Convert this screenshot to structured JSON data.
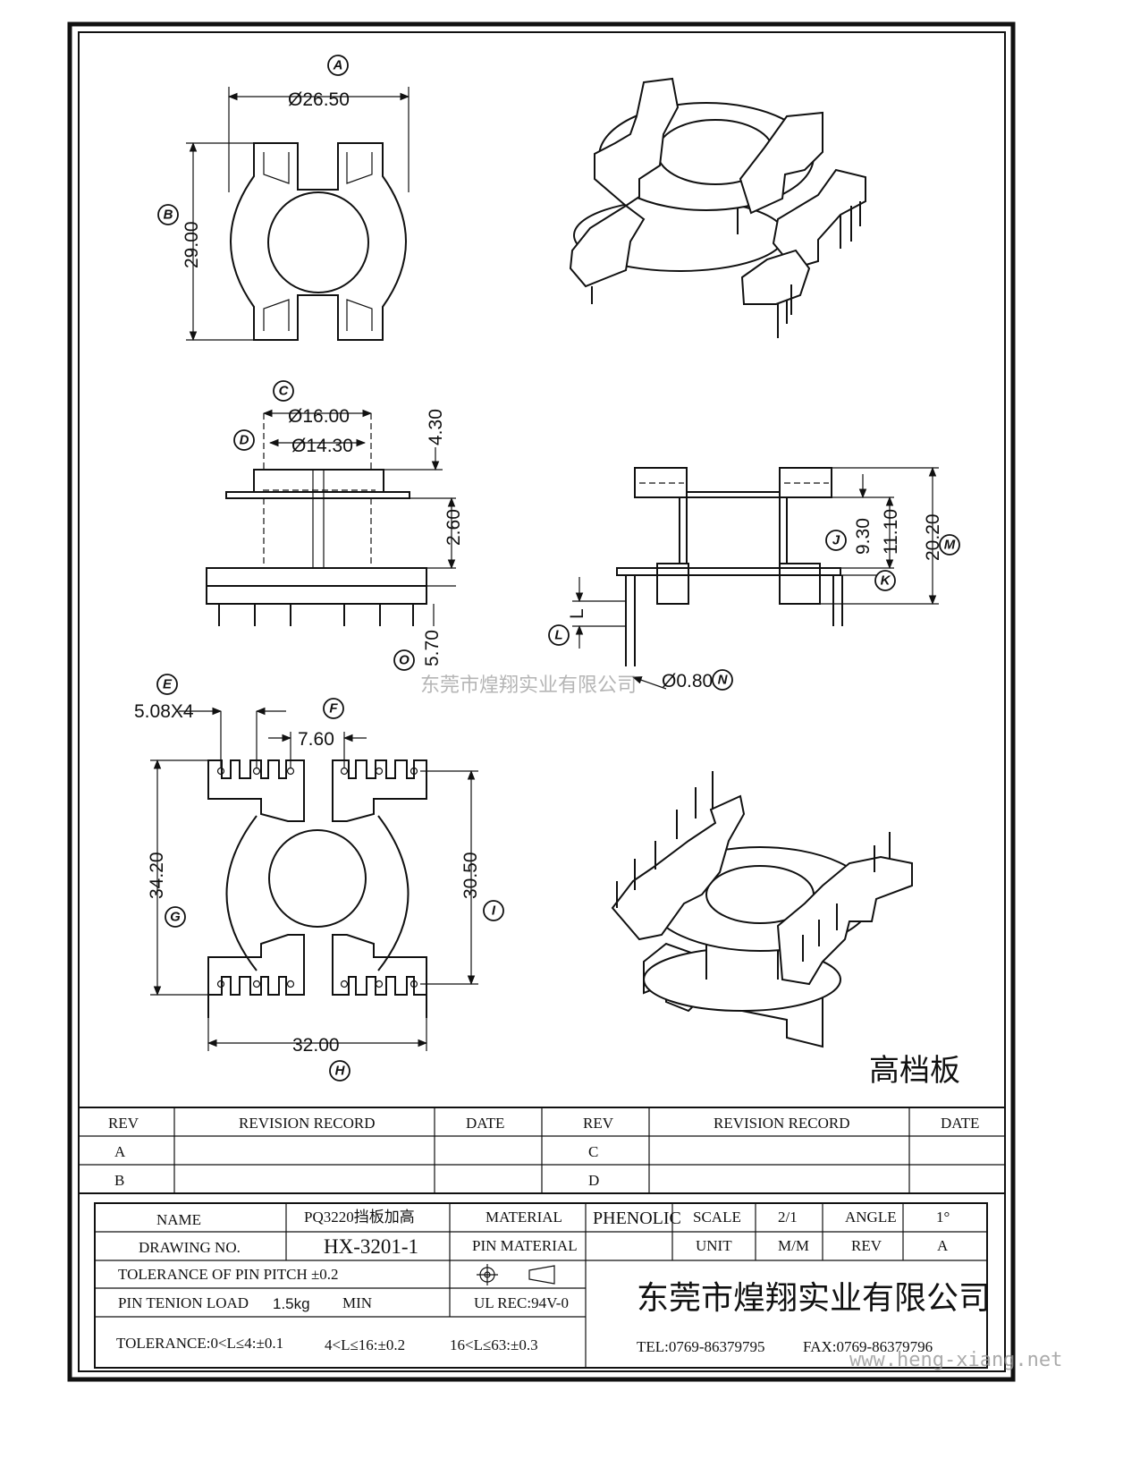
{
  "callouts": [
    "A",
    "B",
    "C",
    "D",
    "E",
    "F",
    "G",
    "H",
    "I",
    "J",
    "K",
    "L",
    "M",
    "N",
    "O"
  ],
  "dimensions": {
    "A": "Ø26.50",
    "B": "29.00",
    "C": "Ø16.00",
    "D": "Ø14.30",
    "top_gap": "4.30",
    "mid_gap": "2.60",
    "O": "5.70",
    "J": "9.30",
    "K": "11.10",
    "M": "20.20",
    "L": "L",
    "N": "Ø0.80",
    "E": "5.08X4",
    "F": "7.60",
    "G": "34.20",
    "I": "30.50",
    "H": "32.00"
  },
  "product_label": "高档板",
  "watermark": "东莞市煌翔实业有限公司",
  "site": "www.heng-xiang.net",
  "revision_table": {
    "headers": [
      "REV",
      "REVISION RECORD",
      "DATE",
      "REV",
      "REVISION RECORD",
      "DATE"
    ],
    "rows": [
      [
        "A",
        "",
        "",
        "C",
        "",
        ""
      ],
      [
        "B",
        "",
        "",
        "D",
        "",
        ""
      ]
    ]
  },
  "title_block": {
    "name_label": "NAME",
    "name_value": "PQ3220挡板加高",
    "material_label": "MATERIAL",
    "material_value": "PHENOLIC",
    "scale_label": "SCALE",
    "scale_value": "2/1",
    "angle_label": "ANGLE",
    "angle_value": "1°",
    "drawing_no_label": "DRAWING NO.",
    "drawing_no_value": "HX-3201-1",
    "pin_material_label": "PIN MATERIAL",
    "unit_label": "UNIT",
    "unit_value": "M/M",
    "rev_label": "REV",
    "rev_value": "A",
    "tolerance_pitch": "TOLERANCE OF PIN PITCH ±0.2",
    "pin_tension_label": "PIN TENION LOAD",
    "pin_tension_value": "1.5kg",
    "pin_tension_min": "MIN",
    "ul_rec": "UL REC:94V-0",
    "tolerance_1": "TOLERANCE:0<L≤4:±0.1",
    "tolerance_2": "4<L≤16:±0.2",
    "tolerance_3": "16<L≤63:±0.3",
    "company": "东莞市煌翔实业有限公司",
    "tel": "TEL:0769-86379795",
    "fax": "FAX:0769-86379796"
  }
}
